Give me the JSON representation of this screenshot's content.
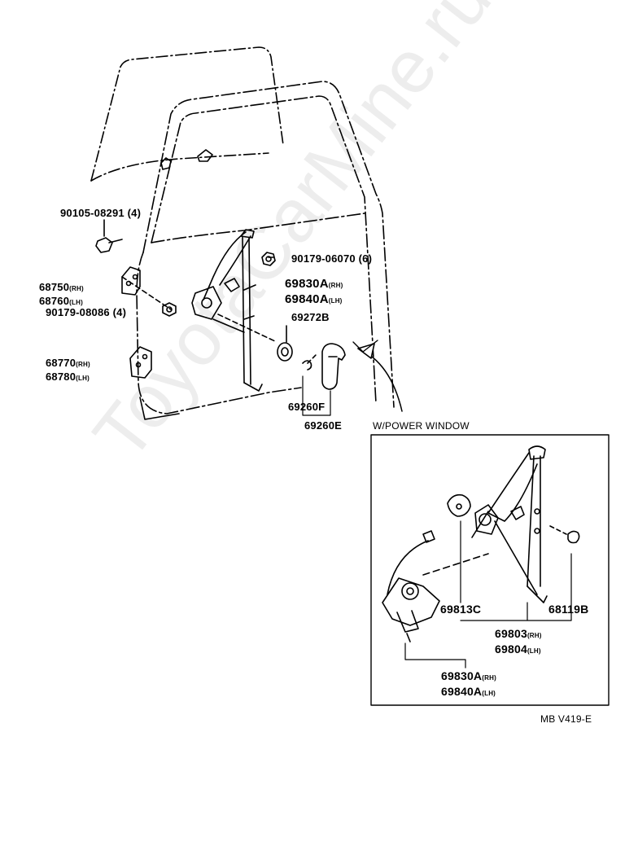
{
  "watermark": "ToyotaCarMine.ru",
  "diagram_code": "MB V419-E",
  "inset_title": "W/POWER WINDOW",
  "labels": {
    "bolt": {
      "part": "90105-08291",
      "qty": "(4)"
    },
    "nut6": {
      "part": "90179-06070",
      "qty": "(6)"
    },
    "hinge_upper": {
      "rh": "68750",
      "lh": "68760",
      "rh_suffix": "(RH)",
      "lh_suffix": "(LH)"
    },
    "nut4": {
      "part": "90179-08086",
      "qty": "(4)"
    },
    "regulator": {
      "rh": "69830A",
      "lh": "69840A",
      "rh_suffix": "(RH)",
      "lh_suffix": "(LH)"
    },
    "cushion": "69272B",
    "hinge_lower": {
      "rh": "68770",
      "lh": "68780",
      "rh_suffix": "(RH)",
      "lh_suffix": "(LH)"
    },
    "clip": "69260F",
    "handle": "69260E",
    "inset_gear": "69813C",
    "inset_bush": "68119B",
    "inset_reg": {
      "rh": "69803",
      "lh": "69804",
      "rh_suffix": "(RH)",
      "lh_suffix": "(LH)"
    },
    "inset_motor": {
      "rh": "69830A",
      "lh": "69840A",
      "rh_suffix": "(RH)",
      "lh_suffix": "(LH)"
    }
  }
}
